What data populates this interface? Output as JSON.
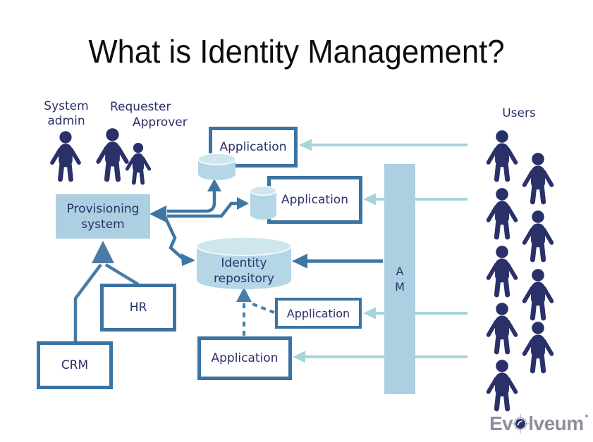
{
  "title": "What is Identity Management?",
  "actors": {
    "system_admin_line1": "System",
    "system_admin_line2": "admin",
    "requester": "Requester",
    "approver": "Approver",
    "users": "Users"
  },
  "nodes": {
    "provisioning_line1": "Provisioning",
    "provisioning_line2": "system",
    "app_top": "Application",
    "app_second": "Application",
    "app_right": "Application",
    "app_bottom": "Application",
    "hr": "HR",
    "crm": "CRM",
    "am_line1": "A",
    "am_line2": "M",
    "repo_line1": "Identity",
    "repo_line2": "repository"
  },
  "logo": {
    "part1": "Ev",
    "part2": "lveum"
  },
  "colors": {
    "navy": "#2a3068",
    "steel_blue": "#3e76a4",
    "light_blue": "#accfe1",
    "cylinder_body": "#b5d6e6",
    "cylinder_top": "#d0e6ef",
    "teal_arrow": "#a6d4d9",
    "logo_gray": "#8e8e9c"
  }
}
